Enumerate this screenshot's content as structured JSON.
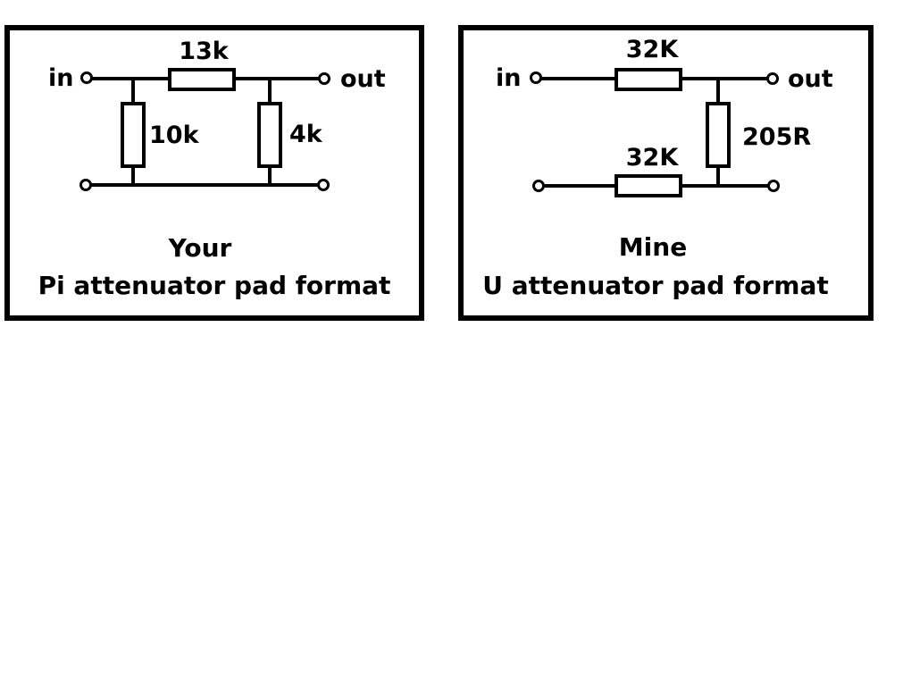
{
  "colors": {
    "ink": "#000000",
    "background": "#ffffff"
  },
  "pi_pad": {
    "in_label": "in",
    "out_label": "out",
    "series_resistor": "13k",
    "shunt_left_resistor": "10k",
    "shunt_right_resistor": "4k",
    "caption_line1": "Your",
    "caption_line2": "Pi attenuator pad format"
  },
  "u_pad": {
    "in_label": "in",
    "out_label": "out",
    "top_series_resistor": "32K",
    "bottom_series_resistor": "32K",
    "shunt_resistor": "205R",
    "caption_line1": "Mine",
    "caption_line2": "U attenuator pad format"
  }
}
